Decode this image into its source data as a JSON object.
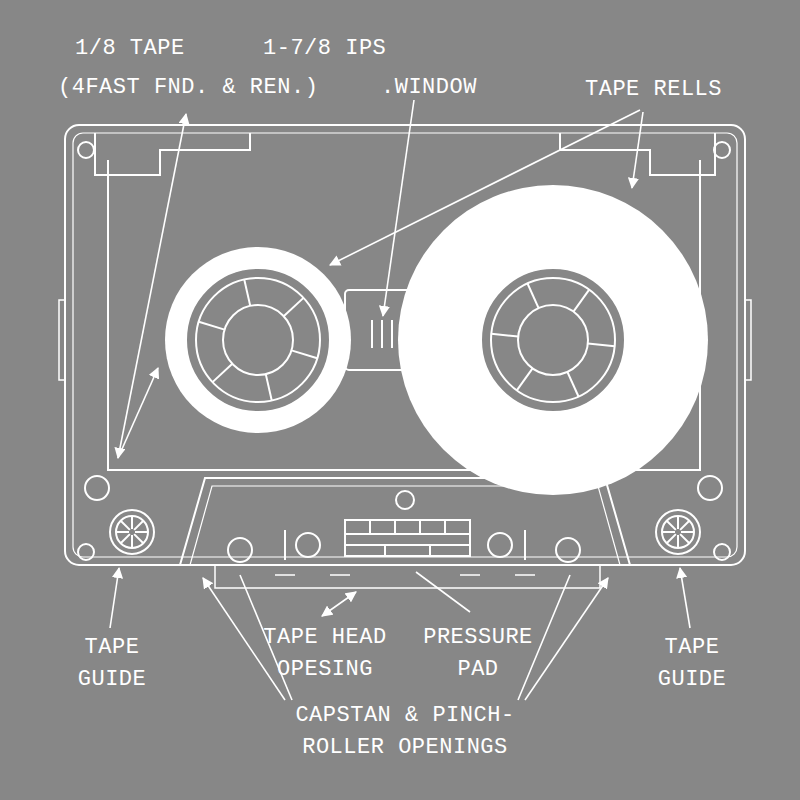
{
  "diagram": {
    "labels": [
      "1/8 TAPE",
      "1-7/8 IPS",
      "(4FAST FND. & REN.)",
      ".WINDOW",
      "TAPE RELLS",
      "TAPE GUIDE",
      "TAPE HEAD OPESING",
      "PRESSURE PAD",
      "TAPE GUIDE",
      "CAPSTAN & PINCH- ROLLER OPENINGS"
    ]
  }
}
